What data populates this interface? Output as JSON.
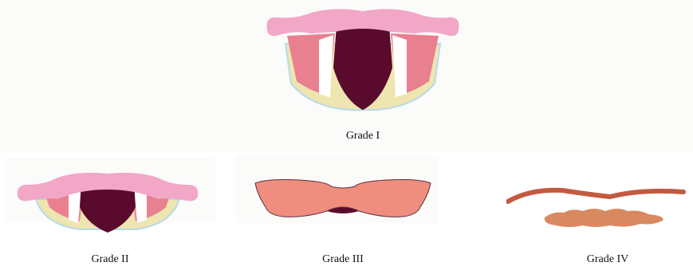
{
  "figure": {
    "panels": [
      {
        "id": "grade-1",
        "caption": "Grade I"
      },
      {
        "id": "grade-2",
        "caption": "Grade II"
      },
      {
        "id": "grade-3",
        "caption": "Grade III"
      },
      {
        "id": "grade-4",
        "caption": "Grade IV"
      }
    ]
  },
  "colors": {
    "epiglottis_pink": "#F2A7C7",
    "vocal_fold_rose": "#E8808F",
    "glottis_maroon": "#5A0A2C",
    "cartilage_cream": "#EEE5B0",
    "outline_blue": "#B9D9E8",
    "grade3_salmon": "#EF8D7E",
    "grade4_brown": "#C25A3F",
    "grade4_orange": "#D9895F"
  }
}
